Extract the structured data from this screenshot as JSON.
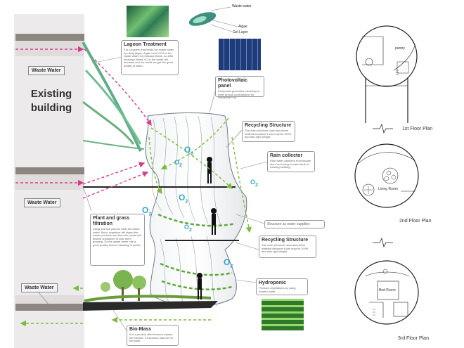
{
  "building": {
    "title_line1": "Existing",
    "title_line2": "building"
  },
  "waste_water": [
    "Waste Water",
    "Waste Water",
    "Waste Water"
  ],
  "callouts": {
    "lagoon": {
      "title": "Lagoon Treatment",
      "desc": "It is a system that treats the waste water by using Algae. Algae need CO2 in the waste water for photosynthesis, so after photosyn-thesis O2 in the water will increase and the result we get the good quality of water."
    },
    "pv": {
      "title": "Photovoltaic panel",
      "desc": "Photocells generates electricity to meet annual consumption for residential unit."
    },
    "recycling1": {
      "title": "Recycling Structure",
      "desc": "The main structure uses aluminium material because it can recycle 100% and also light weight."
    },
    "rain": {
      "title": "Rain collector",
      "desc": "Rain water captured from facade store and bring to water tank of existing building."
    },
    "structure_water": {
      "title": "Structure as water supplies"
    },
    "recycling2": {
      "title": "Recycling Structure",
      "desc": "The main structure uses aluminium material because it can recycle 100% and also light weight."
    },
    "hydroponic": {
      "title": "Hydroponic",
      "desc": "Produce vegetations by using treated water."
    },
    "plant": {
      "title": "Plant and grass filtration",
      "desc": "Using soil and plant to treat the waste water. Micro-organism will digest the waste products and then the plants will absorb substance to help them growing. So the waste water has a good quality before releasing to public."
    },
    "biomass": {
      "title": "Bio-Mass",
      "desc": "It is a product after ferment wastes the rubbish. It becomes manure for the plant."
    }
  },
  "algae_labels": {
    "waste_water": "Waste water",
    "algae": "Algae",
    "gel_layer": "Gel Layer"
  },
  "o2": {
    "symbol": "O",
    "sub": "2"
  },
  "plans": {
    "first": {
      "title": "1st Floor Plan",
      "room": "pantry"
    },
    "second": {
      "title": "2nd Floor Plan",
      "room": "Living Room"
    },
    "third": {
      "title": "3rd Floor Plan",
      "room": "Bed Room"
    }
  },
  "colors": {
    "magenta": "#d63c8c",
    "green": "#7cbc3a",
    "cyan": "#36a6c8",
    "concrete": "#8c8580"
  }
}
